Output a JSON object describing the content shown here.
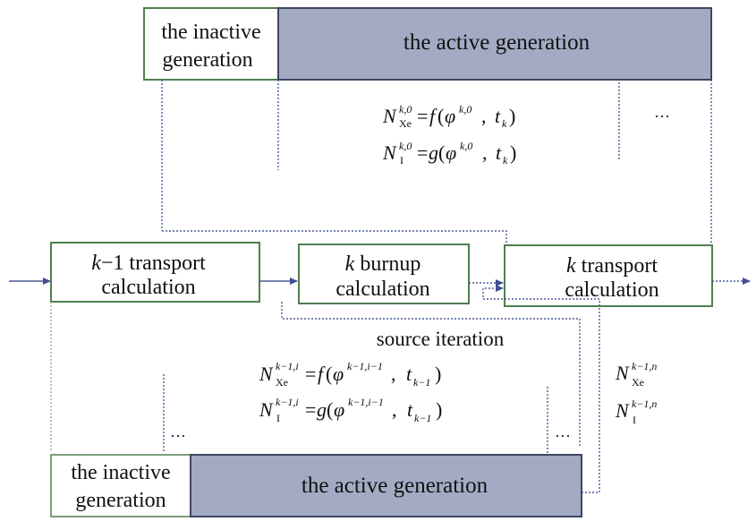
{
  "top": {
    "inactive_line1": "the inactive",
    "inactive_line2": "generation",
    "active": "the active generation",
    "eq1": {
      "lhs": "N",
      "sub": "Xe",
      "sup": "k,0",
      "rhs_pre": "=",
      "func": "f",
      "open": "(",
      "phi": "φ",
      "phi_sup": " k,0",
      "comma": ", ",
      "t": "t",
      "t_sub": "k",
      "close": ")"
    },
    "eq2": {
      "lhs": "N",
      "sub": "I",
      "sup": "k,0",
      "rhs_pre": "=",
      "func": "g",
      "open": "(",
      "phi": "φ",
      "phi_sup": " k,0",
      "comma": ", ",
      "t": "t",
      "t_sub": "k",
      "close": ")"
    },
    "ellipsis": "···"
  },
  "middle": {
    "k1_transport_line1_italic": "k",
    "k1_transport_line1_rest": "−1 transport",
    "k1_transport_line2": "calculation",
    "k_burnup_line1_italic": "k",
    "k_burnup_line1_rest": " burnup",
    "k_burnup_line2": "calculation",
    "k_transport_line1_italic": "k",
    "k_transport_line1_rest": " transport",
    "k_transport_line2": "calculation"
  },
  "bottom": {
    "source_iteration": "source iteration",
    "eq1": {
      "lhs": "N",
      "sub": "Xe",
      "sup": "k−1,i",
      "rhs_pre": "=",
      "func": "f",
      "open": "(",
      "phi": "φ",
      "phi_sup": " k−1,i−1",
      "comma": ", ",
      "t": "t",
      "t_sub": "k−1",
      "close": ")"
    },
    "eq2": {
      "lhs": "N",
      "sub": "I",
      "sup": "k−1,i",
      "rhs_pre": "=",
      "func": "g",
      "open": "(",
      "phi": "φ",
      "phi_sup": " k−1,i−1",
      "comma": ", ",
      "t": "t",
      "t_sub": "k−1",
      "close": ")"
    },
    "side_n1": {
      "lhs": "N",
      "sub": "Xe",
      "sup": "k−1,n"
    },
    "side_n2": {
      "lhs": "N",
      "sub": "I",
      "sup": "k−1,n"
    },
    "ellipsis_left": "···",
    "ellipsis_right": "···",
    "inactive_line1": "the inactive",
    "inactive_line2": "generation",
    "active": "the active generation"
  },
  "colors": {
    "active_fill": "#a3abc4",
    "box_border": "#4f7f4f",
    "arrow": "#4a5a9a"
  }
}
